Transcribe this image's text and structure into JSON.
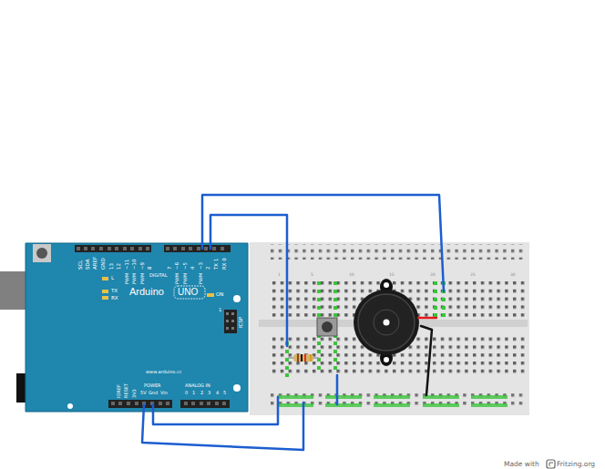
{
  "diagram": {
    "labels": [
      "SCL",
      "SDA",
      "AREF",
      "GND",
      "13",
      "12",
      "~11",
      "~10",
      "~9",
      "8",
      "7",
      "~6",
      "~5",
      "4",
      "~3",
      "2",
      "TX 1",
      "RX 0",
      "PWM",
      "PWM",
      "PWM",
      "PWM",
      "PWM",
      "PWM",
      "DIGITAL",
      "L",
      "TX",
      "RX",
      "Arduino",
      "UNO",
      "ON",
      "ICSP",
      "1",
      "www.arduino.cc",
      "IOREF",
      "RESET",
      "3V3",
      "POWER",
      "5V",
      "Gnd",
      "Vin",
      "ANALOG IN",
      "0",
      "1",
      "2",
      "3",
      "4",
      "5",
      "1",
      "5",
      "10",
      "15",
      "20",
      "25",
      "30",
      "Made with",
      "Fritzing.org"
    ]
  }
}
